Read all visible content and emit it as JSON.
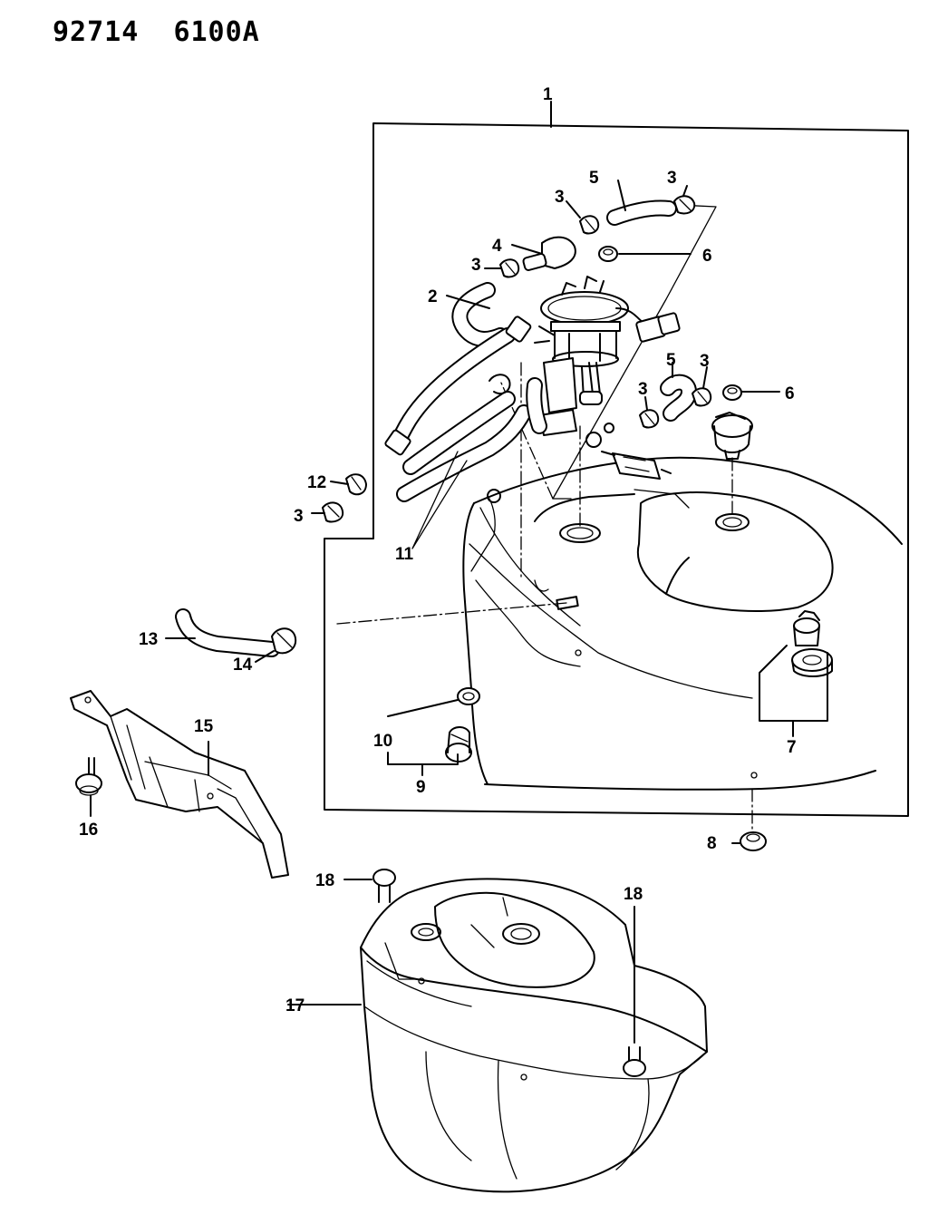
{
  "header": {
    "code1": "92714",
    "code2": "6100A"
  },
  "callouts": {
    "c1": "1",
    "c2": "2",
    "c3a": "3",
    "c3b": "3",
    "c3c": "3",
    "c3d": "3",
    "c3e": "3",
    "c3f": "3",
    "c4": "4",
    "c5a": "5",
    "c5b": "5",
    "c6a": "6",
    "c6b": "6",
    "c7": "7",
    "c8": "8",
    "c9": "9",
    "c10": "10",
    "c11": "11",
    "c12": "12",
    "c13": "13",
    "c14": "14",
    "c15": "15",
    "c16": "16",
    "c17": "17",
    "c18a": "18",
    "c18b": "18"
  }
}
